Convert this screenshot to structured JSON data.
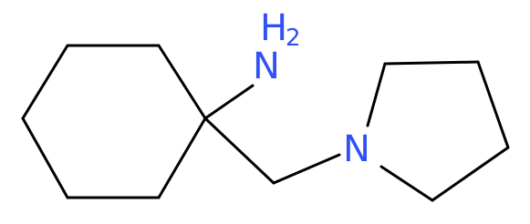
{
  "molecule": {
    "atoms": [
      {
        "id": "nh2",
        "symbol": "N",
        "subscript_h": "2",
        "color": "#3050F8"
      },
      {
        "id": "n_ring",
        "symbol": "N",
        "color": "#3050F8"
      }
    ],
    "bond_color": "#000000"
  }
}
